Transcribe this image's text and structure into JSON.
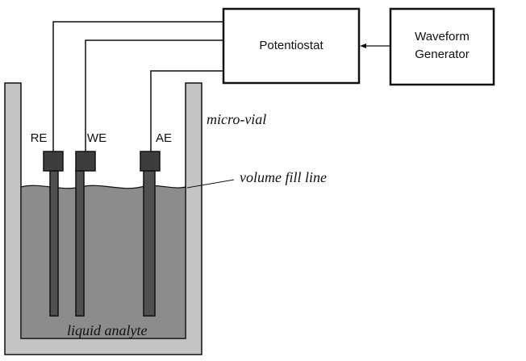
{
  "instruments": {
    "potentiostat": "Potentiostat",
    "waveform_generator_line1": "Waveform",
    "waveform_generator_line2": "Generator"
  },
  "electrodes": {
    "reference": "RE",
    "working": "WE",
    "auxiliary": "AE"
  },
  "annotations": {
    "vial": "micro-vial",
    "fill_line": "volume fill line",
    "liquid": "liquid analyte"
  },
  "colors": {
    "liquid": "#8c8c8c",
    "vial_wall": "#c4c4c4",
    "electrode_cap": "#3d3d3d",
    "electrode_rod": "#505050",
    "line": "#111111"
  }
}
